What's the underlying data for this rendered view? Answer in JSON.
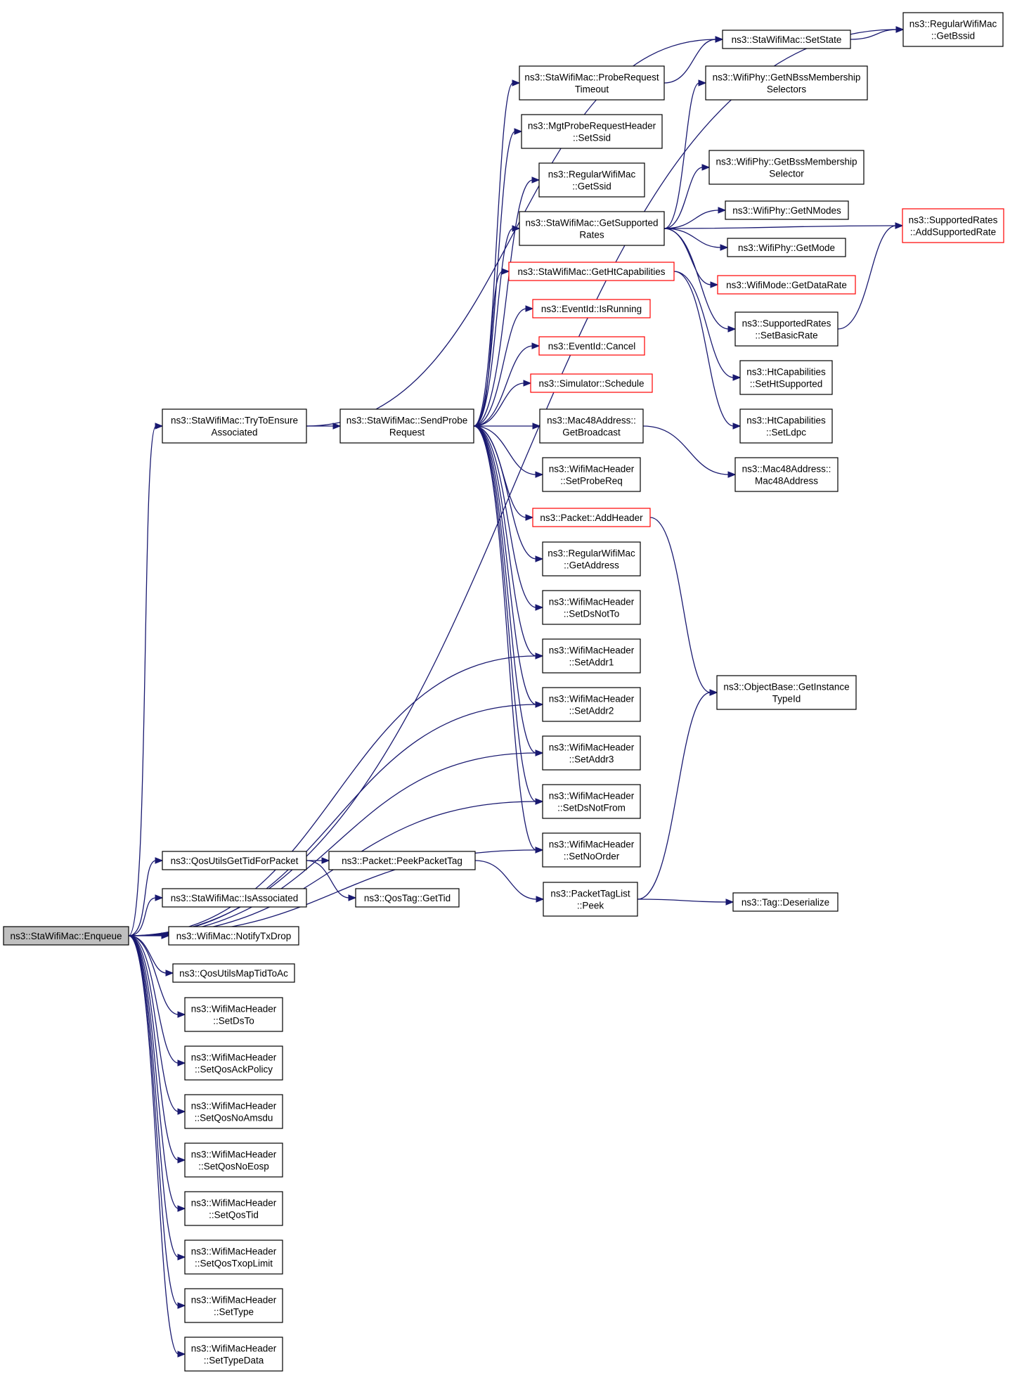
{
  "nodes": [
    {
      "id": "enqueue",
      "lines": [
        "ns3::StaWifiMac::Enqueue"
      ],
      "root": true
    },
    {
      "id": "trytoensure",
      "lines": [
        "ns3::StaWifiMac::TryToEnsure",
        "Associated"
      ]
    },
    {
      "id": "qosgettid",
      "lines": [
        "ns3::QosUtilsGetTidForPacket"
      ]
    },
    {
      "id": "isassociated",
      "lines": [
        "ns3::StaWifiMac::IsAssociated"
      ]
    },
    {
      "id": "notifytxdrop",
      "lines": [
        "ns3::WifiMac::NotifyTxDrop"
      ]
    },
    {
      "id": "qosmaptid",
      "lines": [
        "ns3::QosUtilsMapTidToAc"
      ]
    },
    {
      "id": "setdsto",
      "lines": [
        "ns3::WifiMacHeader",
        "::SetDsTo"
      ]
    },
    {
      "id": "setqosack",
      "lines": [
        "ns3::WifiMacHeader",
        "::SetQosAckPolicy"
      ]
    },
    {
      "id": "setqosnoamsdu",
      "lines": [
        "ns3::WifiMacHeader",
        "::SetQosNoAmsdu"
      ]
    },
    {
      "id": "setqosnoeosp",
      "lines": [
        "ns3::WifiMacHeader",
        "::SetQosNoEosp"
      ]
    },
    {
      "id": "setqostid",
      "lines": [
        "ns3::WifiMacHeader",
        "::SetQosTid"
      ]
    },
    {
      "id": "setqostxop",
      "lines": [
        "ns3::WifiMacHeader",
        "::SetQosTxopLimit"
      ]
    },
    {
      "id": "settype",
      "lines": [
        "ns3::WifiMacHeader",
        "::SetType"
      ]
    },
    {
      "id": "settypedata",
      "lines": [
        "ns3::WifiMacHeader",
        "::SetTypeData"
      ]
    },
    {
      "id": "sendprobe",
      "lines": [
        "ns3::StaWifiMac::SendProbe",
        "Request"
      ]
    },
    {
      "id": "peekpackettag",
      "lines": [
        "ns3::Packet::PeekPacketTag"
      ]
    },
    {
      "id": "qostaggettid",
      "lines": [
        "ns3::QosTag::GetTid"
      ]
    },
    {
      "id": "probereqtimeout",
      "lines": [
        "ns3::StaWifiMac::ProbeRequest",
        "Timeout"
      ]
    },
    {
      "id": "mgtsetssid",
      "lines": [
        "ns3::MgtProbeRequestHeader",
        "::SetSsid"
      ]
    },
    {
      "id": "getssid",
      "lines": [
        "ns3::RegularWifiMac",
        "::GetSsid"
      ]
    },
    {
      "id": "getsupportedrates",
      "lines": [
        "ns3::StaWifiMac::GetSupported",
        "Rates"
      ]
    },
    {
      "id": "gethtcap",
      "lines": [
        "ns3::StaWifiMac::GetHtCapabilities"
      ],
      "red": true
    },
    {
      "id": "isrunning",
      "lines": [
        "ns3::EventId::IsRunning"
      ],
      "red": true
    },
    {
      "id": "cancel",
      "lines": [
        "ns3::EventId::Cancel"
      ],
      "red": true
    },
    {
      "id": "schedule",
      "lines": [
        "ns3::Simulator::Schedule"
      ],
      "red": true
    },
    {
      "id": "getbroadcast",
      "lines": [
        "ns3::Mac48Address::",
        "GetBroadcast"
      ]
    },
    {
      "id": "setprobereq",
      "lines": [
        "ns3::WifiMacHeader",
        "::SetProbeReq"
      ]
    },
    {
      "id": "addheader",
      "lines": [
        "ns3::Packet::AddHeader"
      ],
      "red": true
    },
    {
      "id": "getaddress",
      "lines": [
        "ns3::RegularWifiMac",
        "::GetAddress"
      ]
    },
    {
      "id": "setdsnotto",
      "lines": [
        "ns3::WifiMacHeader",
        "::SetDsNotTo"
      ]
    },
    {
      "id": "setaddr1",
      "lines": [
        "ns3::WifiMacHeader",
        "::SetAddr1"
      ]
    },
    {
      "id": "setaddr2",
      "lines": [
        "ns3::WifiMacHeader",
        "::SetAddr2"
      ]
    },
    {
      "id": "setaddr3",
      "lines": [
        "ns3::WifiMacHeader",
        "::SetAddr3"
      ]
    },
    {
      "id": "setdsnotfrom",
      "lines": [
        "ns3::WifiMacHeader",
        "::SetDsNotFrom"
      ]
    },
    {
      "id": "setnoorder",
      "lines": [
        "ns3::WifiMacHeader",
        "::SetNoOrder"
      ]
    },
    {
      "id": "packettaglistpeek",
      "lines": [
        "ns3::PacketTagList",
        "::Peek"
      ]
    },
    {
      "id": "setstate",
      "lines": [
        "ns3::StaWifiMac::SetState"
      ]
    },
    {
      "id": "getnbss",
      "lines": [
        "ns3::WifiPhy::GetNBssMembership",
        "Selectors"
      ]
    },
    {
      "id": "getbss",
      "lines": [
        "ns3::WifiPhy::GetBssMembership",
        "Selector"
      ]
    },
    {
      "id": "getnmodes",
      "lines": [
        "ns3::WifiPhy::GetNModes"
      ]
    },
    {
      "id": "getmode",
      "lines": [
        "ns3::WifiPhy::GetMode"
      ]
    },
    {
      "id": "getdatarate",
      "lines": [
        "ns3::WifiMode::GetDataRate"
      ],
      "red": true
    },
    {
      "id": "setbasicrate",
      "lines": [
        "ns3::SupportedRates",
        "::SetBasicRate"
      ]
    },
    {
      "id": "sethtsupported",
      "lines": [
        "ns3::HtCapabilities",
        "::SetHtSupported"
      ]
    },
    {
      "id": "setldpc",
      "lines": [
        "ns3::HtCapabilities",
        "::SetLdpc"
      ]
    },
    {
      "id": "mac48address",
      "lines": [
        "ns3::Mac48Address::",
        "Mac48Address"
      ]
    },
    {
      "id": "getinstancetypeid",
      "lines": [
        "ns3::ObjectBase::GetInstance",
        "TypeId"
      ]
    },
    {
      "id": "tagdeserialize",
      "lines": [
        "ns3::Tag::Deserialize"
      ]
    },
    {
      "id": "getbssid",
      "lines": [
        "ns3::RegularWifiMac",
        "::GetBssid"
      ]
    },
    {
      "id": "addsupportedrate",
      "lines": [
        "ns3::SupportedRates",
        "::AddSupportedRate"
      ],
      "red": true
    }
  ],
  "edges": [
    [
      "enqueue",
      "getbssid"
    ],
    [
      "enqueue",
      "trytoensure"
    ],
    [
      "enqueue",
      "setaddr1"
    ],
    [
      "enqueue",
      "setaddr2"
    ],
    [
      "enqueue",
      "setaddr3"
    ],
    [
      "enqueue",
      "setdsnotfrom"
    ],
    [
      "enqueue",
      "setnoorder"
    ],
    [
      "enqueue",
      "qosgettid"
    ],
    [
      "enqueue",
      "isassociated"
    ],
    [
      "enqueue",
      "notifytxdrop"
    ],
    [
      "enqueue",
      "qosmaptid"
    ],
    [
      "enqueue",
      "setdsto"
    ],
    [
      "enqueue",
      "setqosack"
    ],
    [
      "enqueue",
      "setqosnoamsdu"
    ],
    [
      "enqueue",
      "setqosnoeosp"
    ],
    [
      "enqueue",
      "setqostid"
    ],
    [
      "enqueue",
      "setqostxop"
    ],
    [
      "enqueue",
      "settype"
    ],
    [
      "enqueue",
      "settypedata"
    ],
    [
      "trytoensure",
      "setstate"
    ],
    [
      "trytoensure",
      "sendprobe"
    ],
    [
      "sendprobe",
      "probereqtimeout"
    ],
    [
      "sendprobe",
      "mgtsetssid"
    ],
    [
      "sendprobe",
      "getssid"
    ],
    [
      "sendprobe",
      "getsupportedrates"
    ],
    [
      "sendprobe",
      "gethtcap"
    ],
    [
      "sendprobe",
      "isrunning"
    ],
    [
      "sendprobe",
      "cancel"
    ],
    [
      "sendprobe",
      "schedule"
    ],
    [
      "sendprobe",
      "getbroadcast"
    ],
    [
      "sendprobe",
      "setprobereq"
    ],
    [
      "sendprobe",
      "addheader"
    ],
    [
      "sendprobe",
      "getaddress"
    ],
    [
      "sendprobe",
      "setdsnotto"
    ],
    [
      "sendprobe",
      "setaddr1"
    ],
    [
      "sendprobe",
      "setaddr2"
    ],
    [
      "sendprobe",
      "setaddr3"
    ],
    [
      "sendprobe",
      "setdsnotfrom"
    ],
    [
      "sendprobe",
      "setnoorder"
    ],
    [
      "probereqtimeout",
      "setstate"
    ],
    [
      "setstate",
      "getbssid"
    ],
    [
      "getsupportedrates",
      "getnbss"
    ],
    [
      "getsupportedrates",
      "addsupportedrate"
    ],
    [
      "getsupportedrates",
      "getbss"
    ],
    [
      "getsupportedrates",
      "getnmodes"
    ],
    [
      "getsupportedrates",
      "getmode"
    ],
    [
      "getsupportedrates",
      "getdatarate"
    ],
    [
      "getsupportedrates",
      "setbasicrate"
    ],
    [
      "setbasicrate",
      "addsupportedrate"
    ],
    [
      "gethtcap",
      "sethtsupported"
    ],
    [
      "gethtcap",
      "setldpc"
    ],
    [
      "getbroadcast",
      "mac48address"
    ],
    [
      "addheader",
      "getinstancetypeid"
    ],
    [
      "qosgettid",
      "peekpackettag"
    ],
    [
      "qosgettid",
      "qostaggettid"
    ],
    [
      "peekpackettag",
      "packettaglistpeek"
    ],
    [
      "packettaglistpeek",
      "tagdeserialize"
    ],
    [
      "packettaglistpeek",
      "getinstancetypeid"
    ]
  ]
}
